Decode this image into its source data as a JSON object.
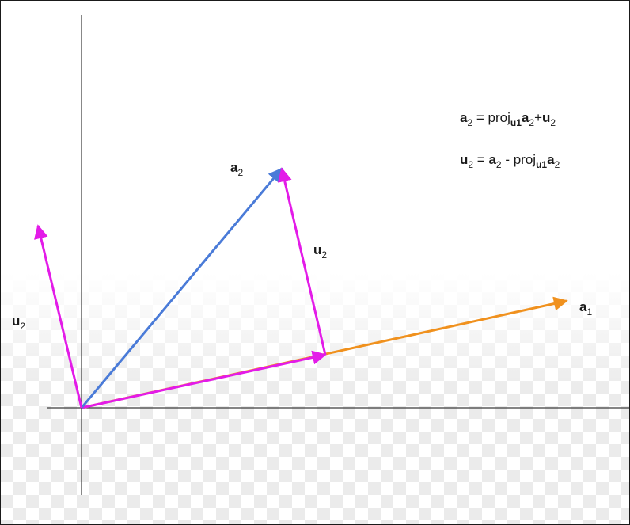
{
  "colors": {
    "axes": "#3a3a3a",
    "a1": "#F0911E",
    "a2": "#4A7BD8",
    "u2": "#E31BE8",
    "proj": "#E31BE8"
  },
  "labels": {
    "a1": {
      "base": "a",
      "sub": "1"
    },
    "a2": {
      "base": "a",
      "sub": "2"
    },
    "u2_right": {
      "base": "u",
      "sub": "2"
    },
    "u2_left": {
      "base": "u",
      "sub": "2"
    }
  },
  "equations": {
    "eq1": {
      "lhs_base": "a",
      "lhs_sub": "2",
      "equals": " = ",
      "proj": "proj",
      "proj_sub": "u1",
      "a_base": "a",
      "a_sub": "2",
      "plus": "+",
      "u_base": "u",
      "u_sub": "2"
    },
    "eq2": {
      "lhs_base": "u",
      "lhs_sub": "2",
      "equals": " = ",
      "a_base": "a",
      "a_sub": "2",
      "minus": " - ",
      "proj": "proj",
      "proj_sub": "u1",
      "pa_base": "a",
      "pa_sub": "2"
    }
  }
}
